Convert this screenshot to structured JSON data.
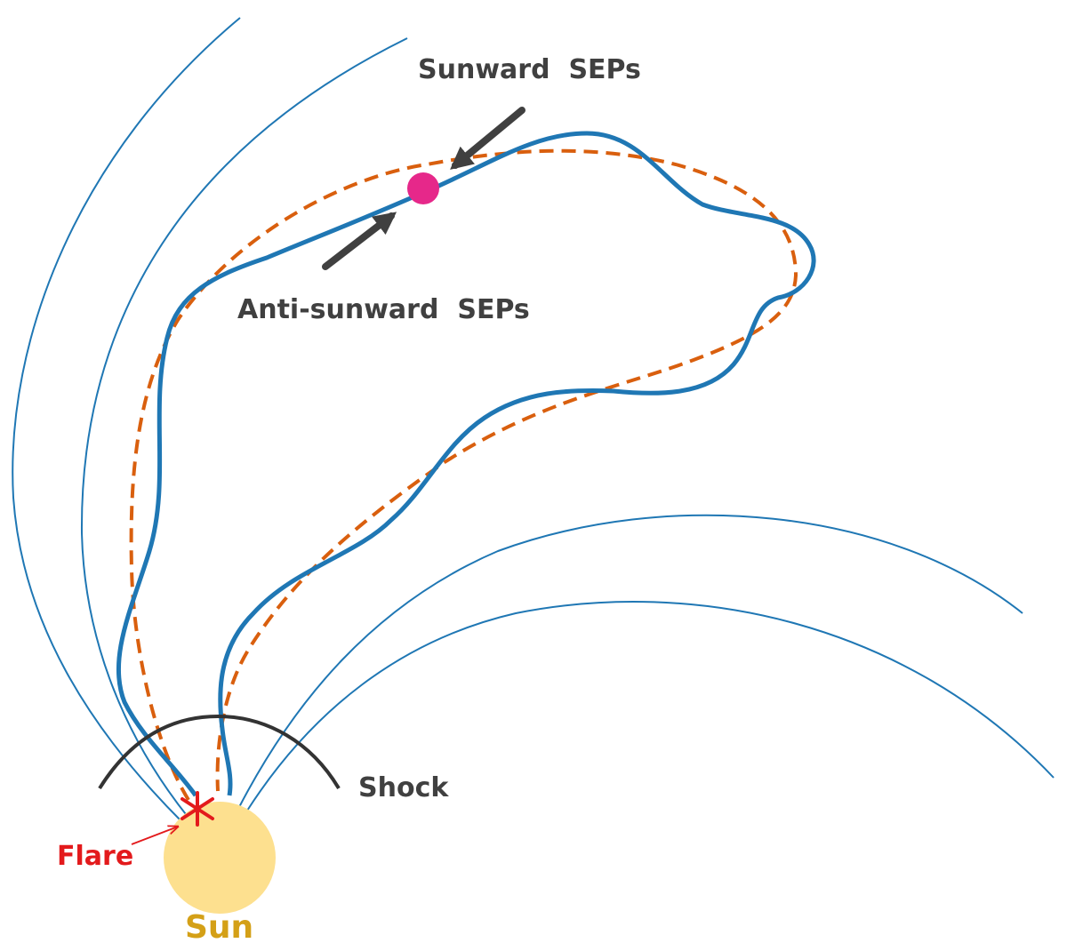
{
  "labels": {
    "sunward": "Sunward  SEPs",
    "anti_sunward": "Anti-sunward  SEPs",
    "shock": "Shock",
    "flare": "Flare",
    "sun": "Sun"
  },
  "colors": {
    "field_line": "#1f77b4",
    "dashed_line": "#d95f0e",
    "observer": "#e6288a",
    "arrow": "#404040",
    "shock": "#333333",
    "flare": "#e31a1c",
    "sun_fill": "#fde08f",
    "sun_label": "#d4a017",
    "text": "#404040"
  }
}
